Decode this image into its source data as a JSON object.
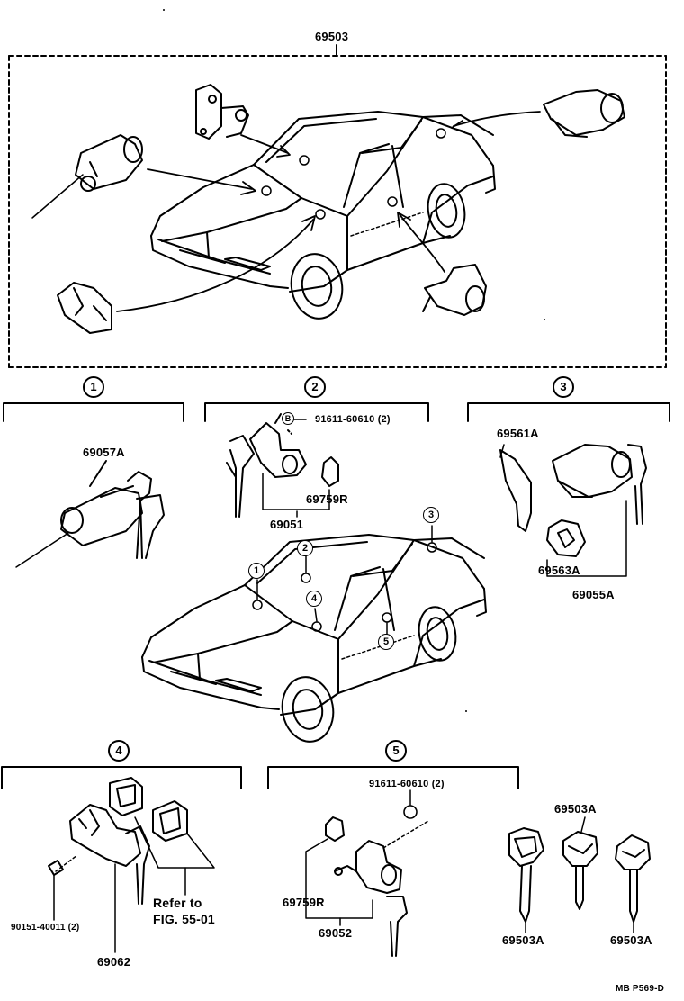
{
  "diagram": {
    "top_label": "69503",
    "sections": [
      {
        "num": "1",
        "labels": [
          "69057A"
        ]
      },
      {
        "num": "2",
        "labels": [
          "91611-60610 (2)",
          "69759R",
          "69051"
        ]
      },
      {
        "num": "3",
        "labels": [
          "69561A",
          "69563A",
          "69055A"
        ]
      },
      {
        "num": "4",
        "labels": [
          "90151-40011 (2)",
          "69062",
          "Refer to",
          "FIG. 55-01"
        ]
      },
      {
        "num": "5",
        "labels": [
          "91611-60610 (2)",
          "69759R",
          "69052"
        ]
      }
    ],
    "keys_label_top": "69503A",
    "keys_label_left": "69503A",
    "keys_label_right": "69503A",
    "bolt_marker": "B",
    "ref_code": "MB P569-D"
  }
}
